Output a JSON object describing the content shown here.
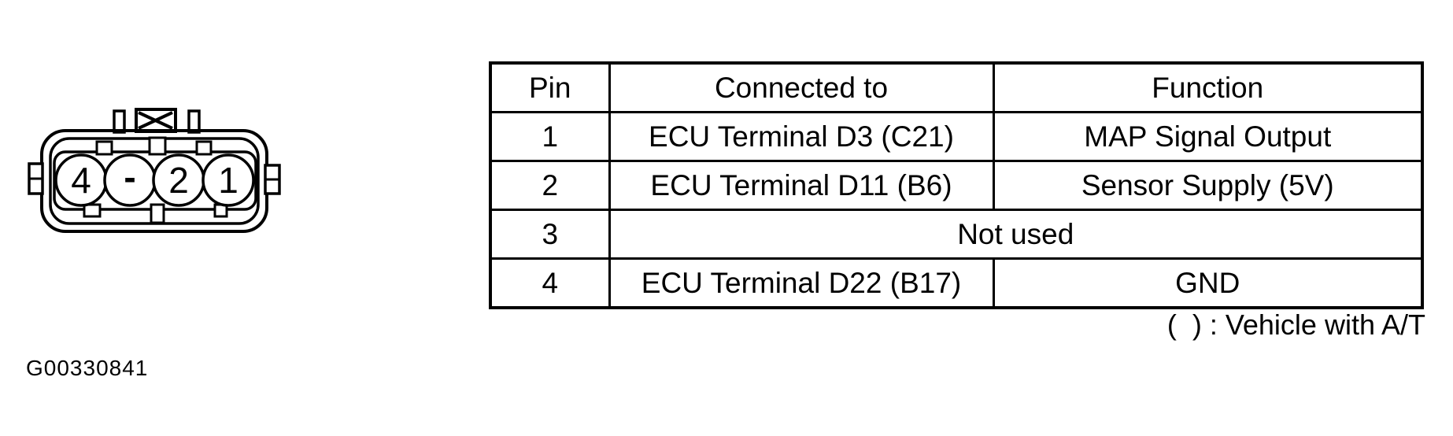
{
  "figure": {
    "figure_id": "G00330841",
    "caption_note": "(  ) : Vehicle with A/T"
  },
  "colors": {
    "ink": "#000000",
    "paper": "#ffffff"
  },
  "connector": {
    "type": "4-pin MAP sensor connector, front view",
    "pin_labels": [
      "4",
      "-",
      "2",
      "1"
    ]
  },
  "table": {
    "headers": [
      "Pin",
      "Connected to",
      "Function"
    ],
    "rows": [
      {
        "pin": "1",
        "connected_to": "ECU Terminal D3 (C21)",
        "function": "MAP Signal Output"
      },
      {
        "pin": "2",
        "connected_to": "ECU Terminal D11 (B6)",
        "function": "Sensor Supply (5V)"
      },
      {
        "pin": "3",
        "merged_value": "Not used"
      },
      {
        "pin": "4",
        "connected_to": "ECU Terminal D22 (B17)",
        "function": "GND"
      }
    ]
  }
}
